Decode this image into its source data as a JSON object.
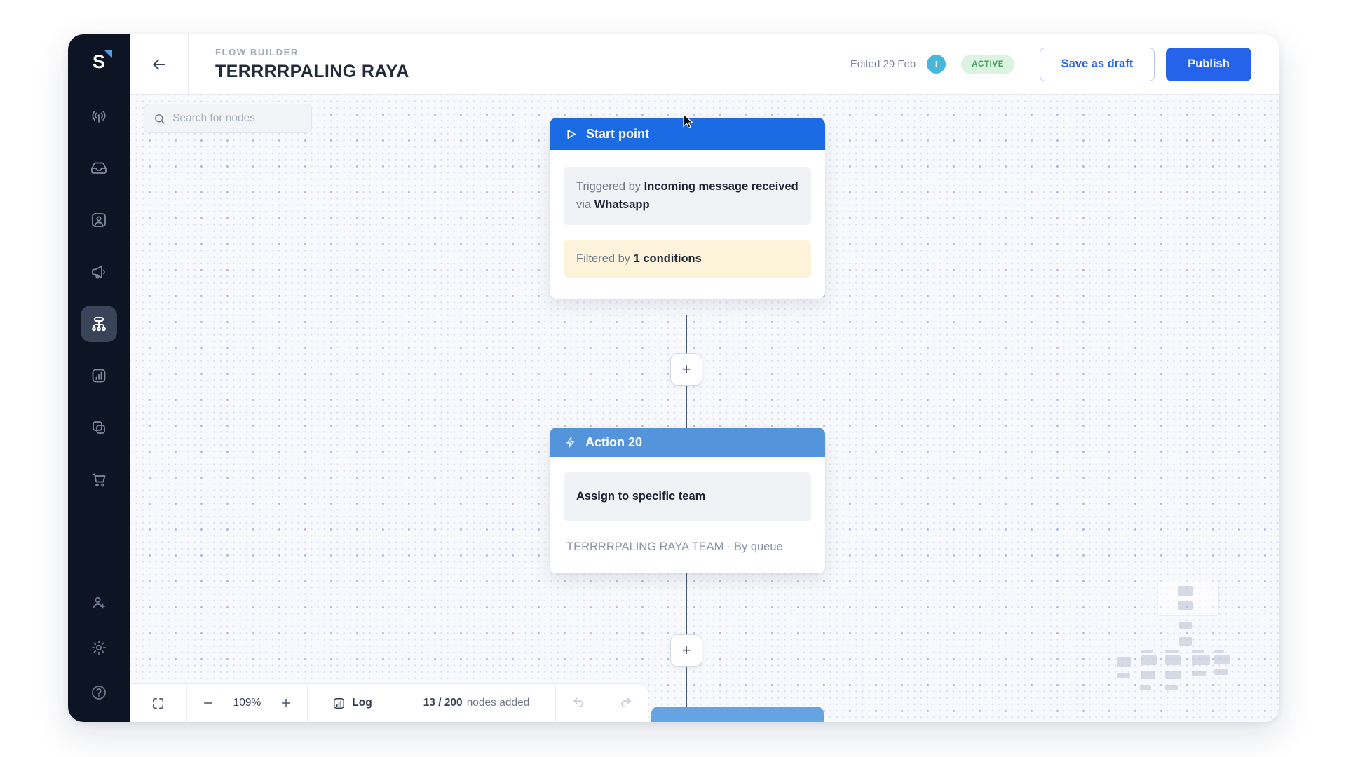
{
  "colors": {
    "accent_blue": "#2563eb",
    "start_header_blue": "#1a6be4",
    "action_header_blue": "#5494da",
    "sidebar_bg": "#0d1424",
    "active_badge_bg": "#dcf3e2",
    "active_badge_text": "#41a05a",
    "avatar_bg": "#49b7db",
    "filter_box_bg": "#fdf3da",
    "canvas_bg": "#f8f9fc"
  },
  "sidebar": {
    "logo_text": "S",
    "icons": [
      "broadcast",
      "inbox",
      "contacts",
      "campaigns",
      "flows",
      "analytics",
      "integrations",
      "commerce"
    ],
    "active_icon": "flows",
    "bottom_icons": [
      "invite-user",
      "settings",
      "help"
    ]
  },
  "header": {
    "section_label": "FLOW BUILDER",
    "title": "TERRRRPALING RAYA",
    "edited_label": "Edited 29 Feb",
    "avatar_initial": "I",
    "status_label": "ACTIVE",
    "save_draft_label": "Save as draft",
    "publish_label": "Publish"
  },
  "canvas": {
    "search": {
      "placeholder": "Search for nodes"
    },
    "start_node": {
      "title": "Start point",
      "trigger_prefix": "Triggered by",
      "trigger_event": "Incoming message received",
      "trigger_via": "via",
      "trigger_channel": "Whatsapp",
      "filter_prefix": "Filtered by",
      "filter_value": "1 conditions"
    },
    "action_node": {
      "title": "Action 20",
      "action_label": "Assign to specific team",
      "action_detail": "TERRRRPALING RAYA TEAM - By queue"
    }
  },
  "toolbar": {
    "zoom_value": "109%",
    "log_label": "Log",
    "node_count": "13 / 200",
    "node_count_suffix": "nodes added"
  }
}
